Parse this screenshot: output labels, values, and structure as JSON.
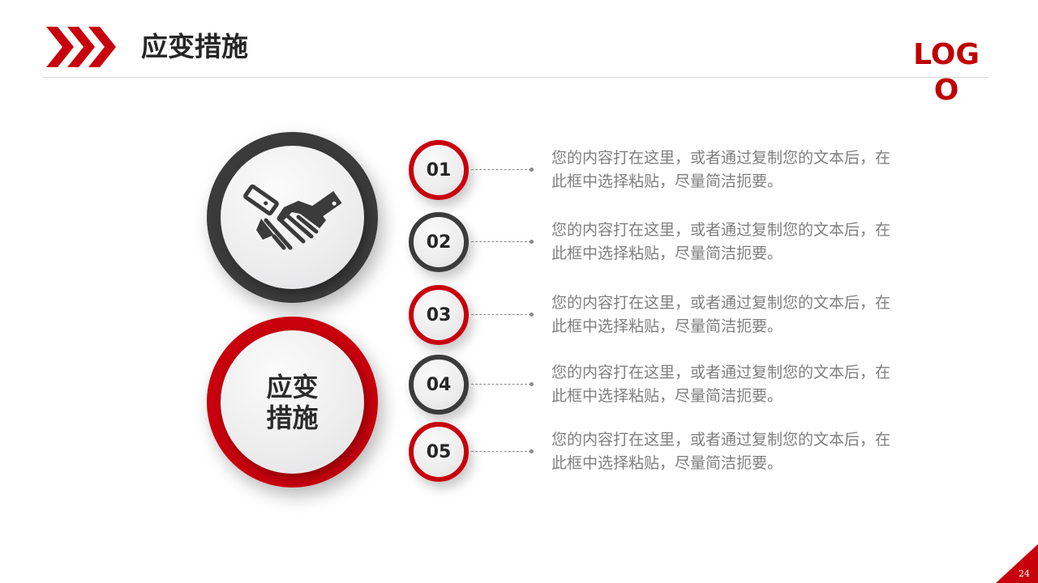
{
  "header": {
    "title": "应变措施",
    "logo": "LOGO"
  },
  "colors": {
    "accent_red": "#c8000d",
    "dark_gray": "#3b3b3b",
    "text_gray": "#7f7f7f"
  },
  "center": {
    "top_circle_icon": "handshake-icon",
    "bottom_circle_label": "应变措施",
    "bottom_circle_line1": "应变",
    "bottom_circle_line2": "措施"
  },
  "items": [
    {
      "number": "01",
      "color": "red",
      "text": "您的内容打在这里，或者通过复制您的文本后，在此框中选择粘贴，尽量简洁扼要。"
    },
    {
      "number": "02",
      "color": "dark",
      "text": "您的内容打在这里，或者通过复制您的文本后，在此框中选择粘贴，尽量简洁扼要。"
    },
    {
      "number": "03",
      "color": "red",
      "text": "您的内容打在这里，或者通过复制您的文本后，在此框中选择粘贴，尽量简洁扼要。"
    },
    {
      "number": "04",
      "color": "dark",
      "text": "您的内容打在这里，或者通过复制您的文本后，在此框中选择粘贴，尽量简洁扼要。"
    },
    {
      "number": "05",
      "color": "red",
      "text": "您的内容打在这里，或者通过复制您的文本后，在此框中选择粘贴，尽量简洁扼要。"
    }
  ],
  "footer": {
    "page_number": "24"
  }
}
